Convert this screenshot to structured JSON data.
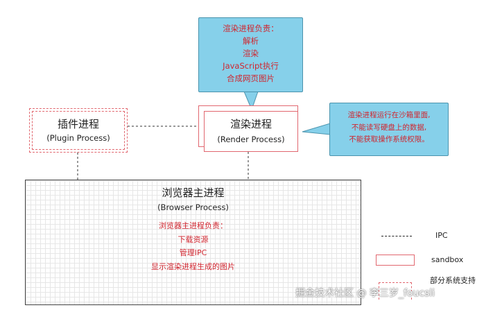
{
  "render_callout": {
    "line1": "渲染进程负责：",
    "line2": "解析",
    "line3": "渲染",
    "line4": "JavaScript执行",
    "line5": "合成网页图片"
  },
  "sandbox_callout": {
    "line1": "渲染进程运行在沙箱里面,",
    "line2": "不能读写硬盘上的数据,",
    "line3": "不能获取操作系统权限。"
  },
  "render_process": {
    "title": "渲染进程",
    "subtitle": "(Render Process)"
  },
  "plugin_process": {
    "title": "插件进程",
    "subtitle": "(Plugin Process)"
  },
  "browser_process": {
    "title": "浏览器主进程",
    "subtitle": "(Browser Process)",
    "resp_title": "浏览器主进程负责：",
    "resp1": "下载资源",
    "resp2": "管理IPC",
    "resp3": "显示渲染进程生成的图片"
  },
  "legend": {
    "ipc": "IPC",
    "sandbox": "sandbox",
    "partial": "部分系统支持"
  },
  "watermark": "掘金技术社区 @ 李三岁_foucsli",
  "colors": {
    "callout_bg": "#86d0ea",
    "accent_red": "#d0262f",
    "box_border_red": "#e1676f"
  }
}
